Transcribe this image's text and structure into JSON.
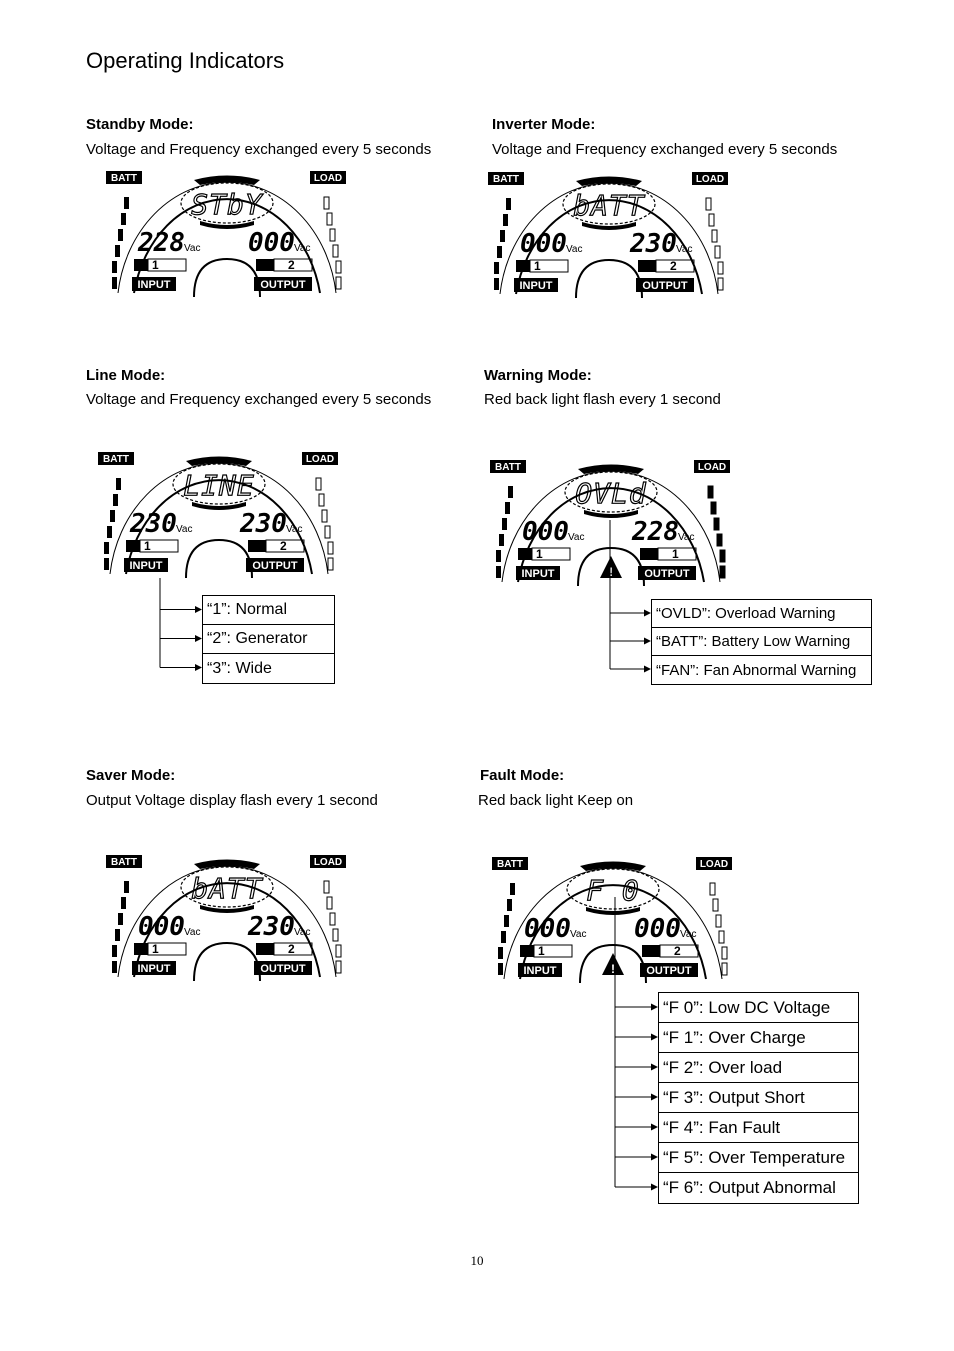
{
  "page_title": "Operating Indicators",
  "page_number": "10",
  "lcd_labels": {
    "batt": "BATT",
    "load": "LOAD",
    "input": "INPUT",
    "output": "OUTPUT",
    "unit": "Vac",
    "warning_icon": "warning-triangle-icon",
    "input_icon": "plug-icon",
    "output_icon": "socket-icon"
  },
  "modes": {
    "standby": {
      "heading": "Standby Mode:",
      "desc": "Voltage and Frequency exchanged every 5 seconds",
      "lcd": {
        "center": "STbY",
        "left": "228",
        "right": "000",
        "input_idx": "1",
        "output_idx": "2"
      }
    },
    "inverter": {
      "heading": "Inverter Mode:",
      "desc": "Voltage and Frequency exchanged every 5 seconds",
      "lcd": {
        "center": "bATT",
        "left": "000",
        "right": "230",
        "input_idx": "1",
        "output_idx": "2"
      }
    },
    "line": {
      "heading": "Line Mode:",
      "desc": "Voltage and Frequency exchanged every 5 seconds",
      "lcd": {
        "center": "LINE",
        "left": "230",
        "right": "230",
        "input_idx": "1",
        "output_idx": "2"
      },
      "annotations": [
        "“1”:  Normal",
        "“2”:  Generator",
        "“3”:  Wide"
      ]
    },
    "warning": {
      "heading": "Warning Mode:",
      "desc": "Red back light flash every 1 second",
      "lcd": {
        "center": "OVLd",
        "left": "000",
        "right": "228",
        "input_idx": "1",
        "output_idx": "1"
      },
      "annotations": [
        "“OVLD”:  Overload Warning",
        "“BATT”: Battery Low Warning",
        "“FAN”: Fan Abnormal Warning"
      ]
    },
    "saver": {
      "heading": "Saver Mode:",
      "desc": "Output Voltage display flash every 1 second",
      "lcd": {
        "center": "bATT",
        "left": "000",
        "right": "230",
        "input_idx": "1",
        "output_idx": "2"
      }
    },
    "fault": {
      "heading": "Fault Mode:",
      "desc": "Red back light Keep on",
      "lcd": {
        "center": "F    0",
        "left": "000",
        "right": "000",
        "input_idx": "1",
        "output_idx": "2"
      },
      "annotations": [
        "“F 0”:  Low DC Voltage",
        "“F 1”:  Over Charge",
        "“F 2”:  Over load",
        "“F 3”:  Output Short",
        "“F 4”:  Fan Fault",
        "“F 5”:  Over Temperature",
        "“F 6”:  Output Abnormal"
      ]
    }
  }
}
